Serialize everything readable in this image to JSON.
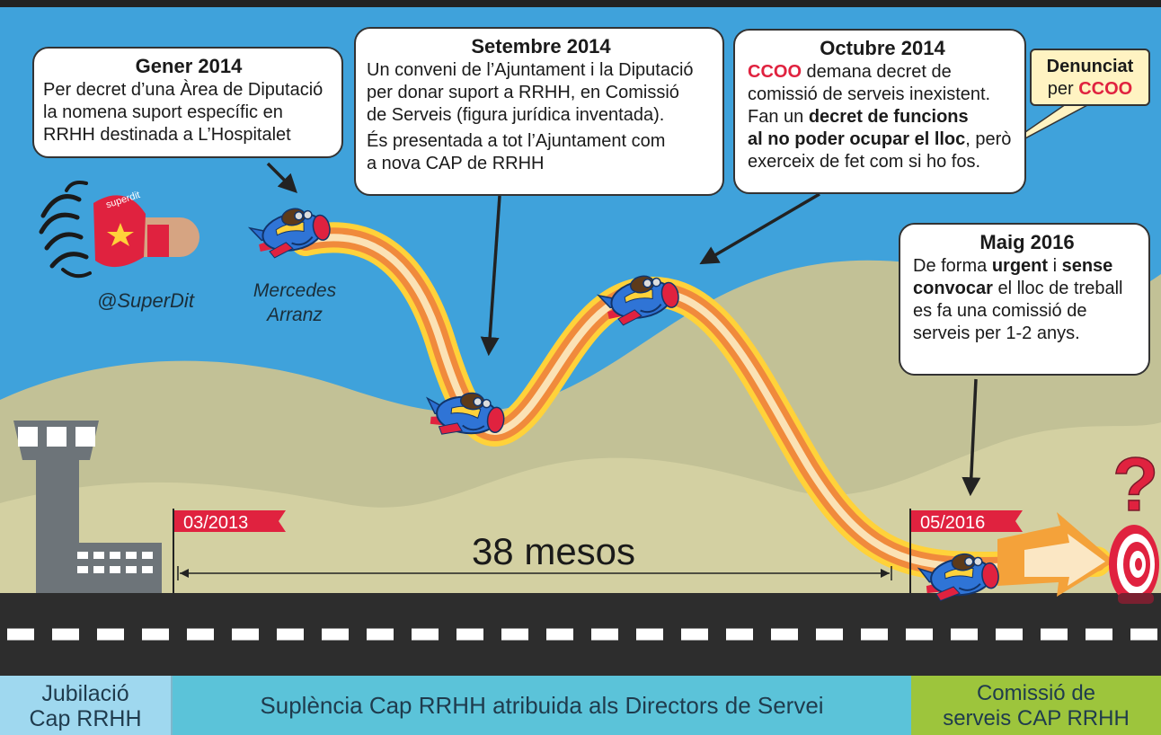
{
  "colors": {
    "sky": "#3fa2db",
    "hills": "#c7c79a",
    "runway": "#2d2d2d",
    "flag": "#e0223f",
    "timeline_blue": "#5bc3d9",
    "timeline_light": "#9fd8ef",
    "timeline_green": "#9dc53c",
    "trail_orange": "#f4a23a",
    "trail_yellow": "#ffd23a"
  },
  "logo": {
    "handle": "@SuperDit",
    "cape_text": "superdit"
  },
  "person_label": [
    "Mercedes",
    "Arranz"
  ],
  "bubbles": {
    "gener2014": {
      "title": "Gener 2014",
      "lines": [
        "Per decret d’una Àrea de Diputació",
        "la nomena suport específic  en",
        "RRHH destinada a L’Hospitalet"
      ]
    },
    "setembre2014": {
      "title": "Setembre 2014",
      "lines": [
        "Un conveni de l’Ajuntament i la Diputació",
        "per donar suport a RRHH, en Comissió",
        "de Serveis (figura jurídica inventada)."
      ],
      "lines2": [
        "És presentada a tot l’Ajuntament com",
        "a nova CAP de RRHH"
      ]
    },
    "octubre2014": {
      "title": "Octubre 2014",
      "l1_red": "CCOO",
      "l1_rest": " demana decret de",
      "l2": "comissió de serveis inexistent.",
      "l3_a": "Fan un ",
      "l3_bold": "decret de funcions",
      "l4_bold": "al no poder ocupar el lloc",
      "l4_rest": ", però",
      "l5": "exerceix de fet com si ho fos."
    },
    "denunciat": {
      "bold": "Denunciat",
      "pre": "per ",
      "red": "CCOO"
    },
    "maig2016": {
      "title": "Maig 2016",
      "l1_a": "De forma ",
      "l1_b": "urgent",
      "l1_c": " i ",
      "l1_d": "sense",
      "l2_a": "convocar",
      "l2_b": " el lloc de treball",
      "l3": "es fa una comissió de",
      "l4": "serveis per 1-2 anys."
    }
  },
  "flags": {
    "start": "03/2013",
    "end": "05/2016"
  },
  "duration": "38 mesos",
  "question_mark": "?",
  "timeline": {
    "left": [
      "Jubilació",
      "Cap RRHH"
    ],
    "middle": "Suplència Cap RRHH atribuida als Directors de Servei",
    "right": [
      "Comissió de",
      "serveis CAP RRHH"
    ]
  }
}
